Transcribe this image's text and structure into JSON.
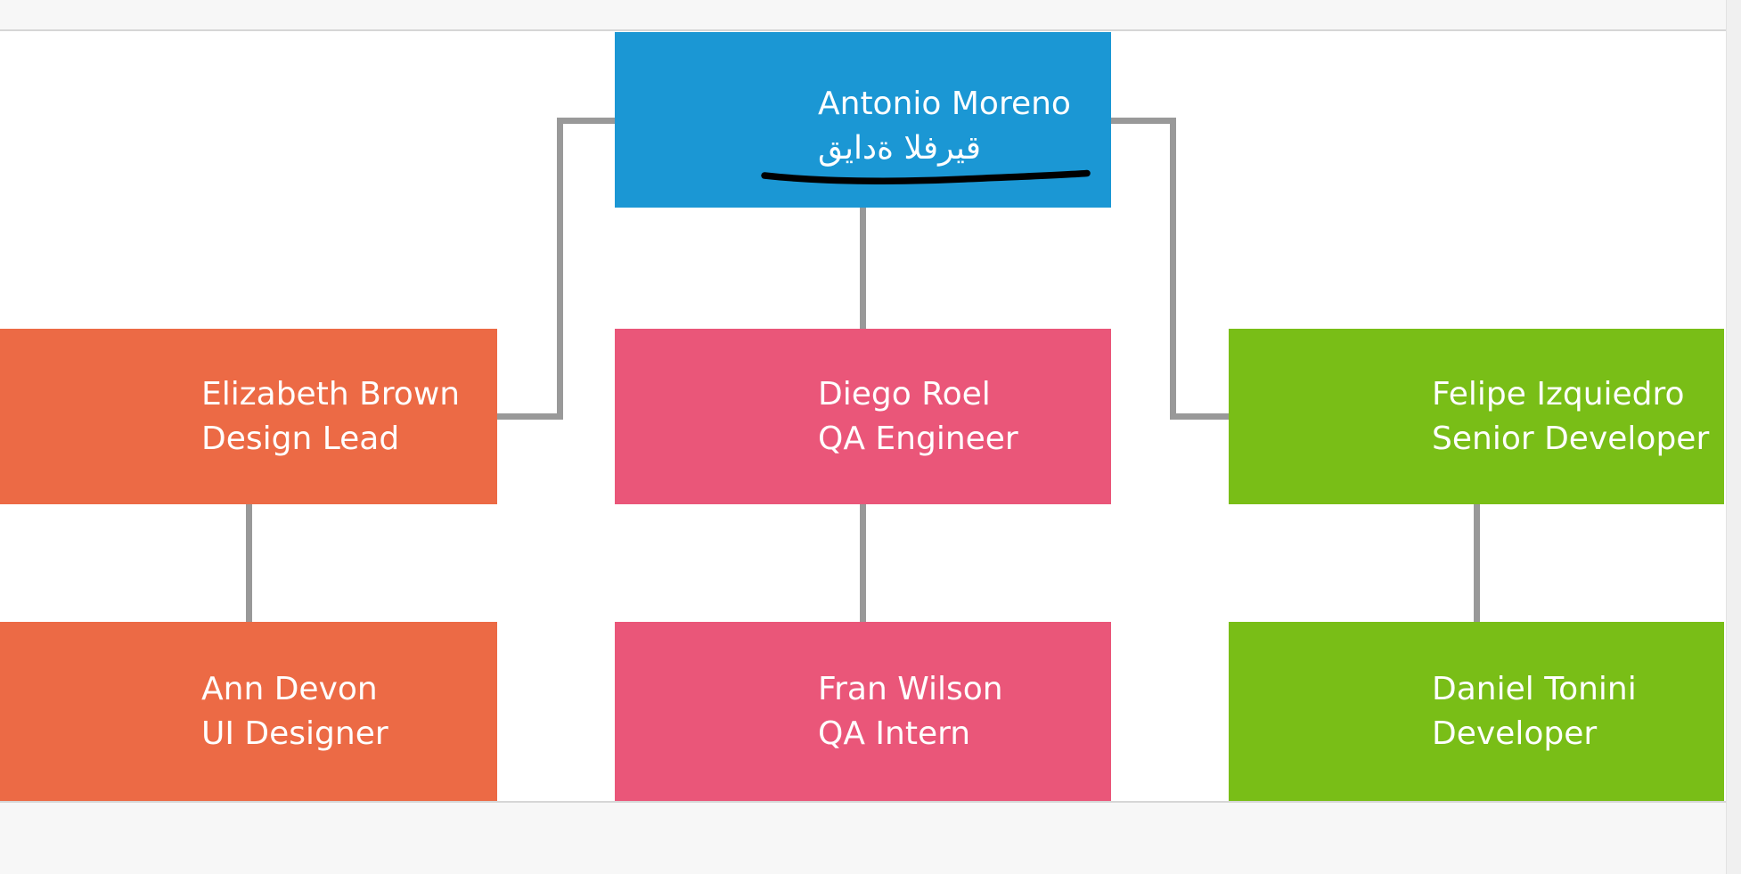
{
  "page": {
    "background_color": "#ffffff",
    "strip_color": "#f7f7f7",
    "strip_border_color": "#d6d6d6",
    "connector_color": "#999999",
    "scrollbar_track_color": "#f0f0f0",
    "text_color": "#ffffff"
  },
  "org_chart": {
    "nodes": [
      {
        "id": "antonio",
        "name": "Antonio Moreno",
        "title": "قيادة الفريق",
        "title_lang": "ar",
        "color": "#1b97d4",
        "annotation": {
          "type": "hand-drawn-underline",
          "color": "#000000"
        }
      },
      {
        "id": "elizabeth",
        "name": "Elizabeth Brown",
        "title": "Design Lead",
        "color": "#ec6a45",
        "reports_to": "antonio"
      },
      {
        "id": "diego",
        "name": "Diego Roel",
        "title": "QA Engineer",
        "color": "#ea5679",
        "reports_to": "antonio"
      },
      {
        "id": "felipe",
        "name": "Felipe Izquiedro",
        "title": "Senior Developer",
        "color": "#79be17",
        "reports_to": "antonio"
      },
      {
        "id": "ann",
        "name": "Ann Devon",
        "title": "UI Designer",
        "color": "#ec6a45",
        "reports_to": "elizabeth"
      },
      {
        "id": "fran",
        "name": "Fran Wilson",
        "title": "QA Intern",
        "color": "#ea5679",
        "reports_to": "diego"
      },
      {
        "id": "daniel",
        "name": "Daniel Tonini",
        "title": "Developer",
        "color": "#79be17",
        "reports_to": "felipe"
      }
    ]
  }
}
